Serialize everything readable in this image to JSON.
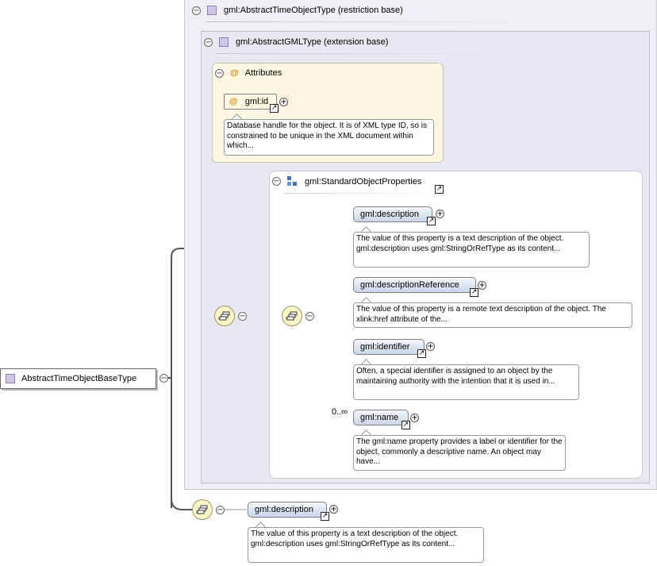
{
  "root": {
    "label": "AbstractTimeObjectBaseType"
  },
  "restriction": {
    "title": "gml:AbstractTimeObjectType (restriction base)"
  },
  "extension": {
    "title": "gml:AbstractGMLType (extension base)"
  },
  "attributes": {
    "title": "Attributes",
    "at_symbol": "@",
    "id": {
      "label": "gml:id",
      "doc": "Database handle for the object. It is of XML type ID, so is constrained to be unique in the XML document within which..."
    }
  },
  "standard_group": {
    "title": "gml:StandardObjectProperties"
  },
  "elements": [
    {
      "label": "gml:description",
      "doc": "The value of this property is a text description of the object. gml:description uses gml:StringOrRefType as its content..."
    },
    {
      "label": "gml:descriptionReference",
      "doc": "The value of this property is a remote text description of the object. The xlink:href attribute of the..."
    },
    {
      "label": "gml:identifier",
      "doc": "Often, a special identifier is assigned to an object by the maintaining authority with the intention that it is used in..."
    },
    {
      "label": "gml:name",
      "doc": "The gml:name property provides a label or identifier for the object, commonly a descriptive name. An object may have...",
      "cardinality": "0..∞"
    }
  ],
  "bottom_element": {
    "label": "gml:description",
    "doc": "The value of this property is a text description of the object. gml:description uses gml:StringOrRefType as its content..."
  },
  "glyphs": {
    "minus": "−",
    "plus": "+",
    "link": "↗"
  },
  "colors": {
    "type_square": "#cfc6e6",
    "element_fill": "#c9d5ea",
    "sequence_fill": "#fbf5c8",
    "attr_fill": "#fdf6e3"
  }
}
